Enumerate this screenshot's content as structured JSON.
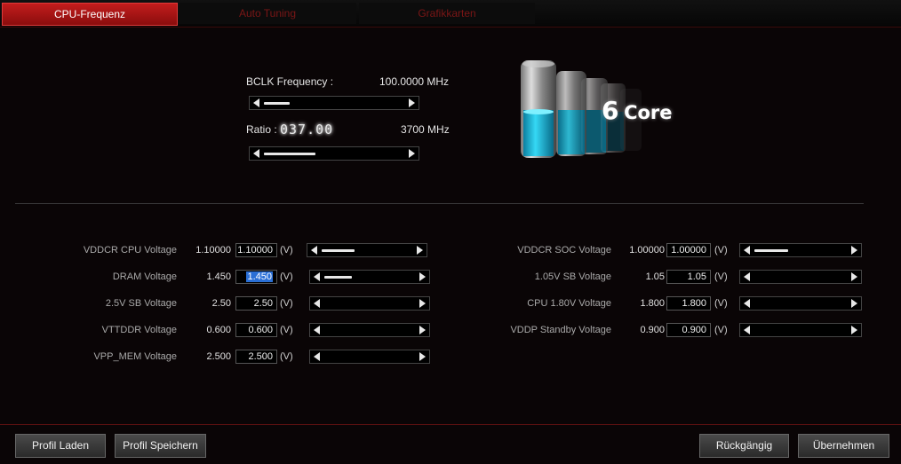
{
  "tabs": [
    {
      "label": "CPU-Frequenz",
      "active": true
    },
    {
      "label": "Auto Tuning",
      "active": false
    },
    {
      "label": "Grafikkarten",
      "active": false
    }
  ],
  "bclk": {
    "label": "BCLK Frequency :",
    "value": "100.0000 MHz",
    "slider_fraction": 0.06
  },
  "ratio": {
    "label": "Ratio :",
    "digits": "037.00",
    "value": "3700 MHz",
    "slider_fraction": 0.12
  },
  "core": {
    "number": "6",
    "word": "Core"
  },
  "voltages_left": [
    {
      "label": "VDDCR CPU Voltage",
      "current": "1.10000",
      "input": "1.10000",
      "unit": "(V)",
      "slider_fraction": 0.36
    },
    {
      "label": "DRAM Voltage",
      "current": "1.450",
      "input": "1.450",
      "unit": "(V)",
      "slider_fraction": 0.3,
      "selected": true
    },
    {
      "label": "2.5V SB Voltage",
      "current": "2.50",
      "input": "2.50",
      "unit": "(V)",
      "slider_fraction": 0
    },
    {
      "label": "VTTDDR Voltage",
      "current": "0.600",
      "input": "0.600",
      "unit": "(V)",
      "slider_fraction": 0
    },
    {
      "label": "VPP_MEM Voltage",
      "current": "2.500",
      "input": "2.500",
      "unit": "(V)",
      "slider_fraction": 0
    }
  ],
  "voltages_right": [
    {
      "label": "VDDCR SOC Voltage",
      "current": "1.00000",
      "input": "1.00000",
      "unit": "(V)",
      "slider_fraction": 0.36
    },
    {
      "label": "1.05V SB Voltage",
      "current": "1.05",
      "input": "1.05",
      "unit": "(V)",
      "slider_fraction": 0
    },
    {
      "label": "CPU 1.80V Voltage",
      "current": "1.800",
      "input": "1.800",
      "unit": "(V)",
      "slider_fraction": 0
    },
    {
      "label": "VDDP Standby Voltage",
      "current": "0.900",
      "input": "0.900",
      "unit": "(V)",
      "slider_fraction": 0
    }
  ],
  "buttons": {
    "load": "Profil Laden",
    "save": "Profil Speichern",
    "undo": "Rückgängig",
    "apply": "Übernehmen"
  },
  "colors": {
    "accent": "#c31d1d",
    "background": "#0a0506",
    "bar_cyan": "#12b8dc"
  }
}
